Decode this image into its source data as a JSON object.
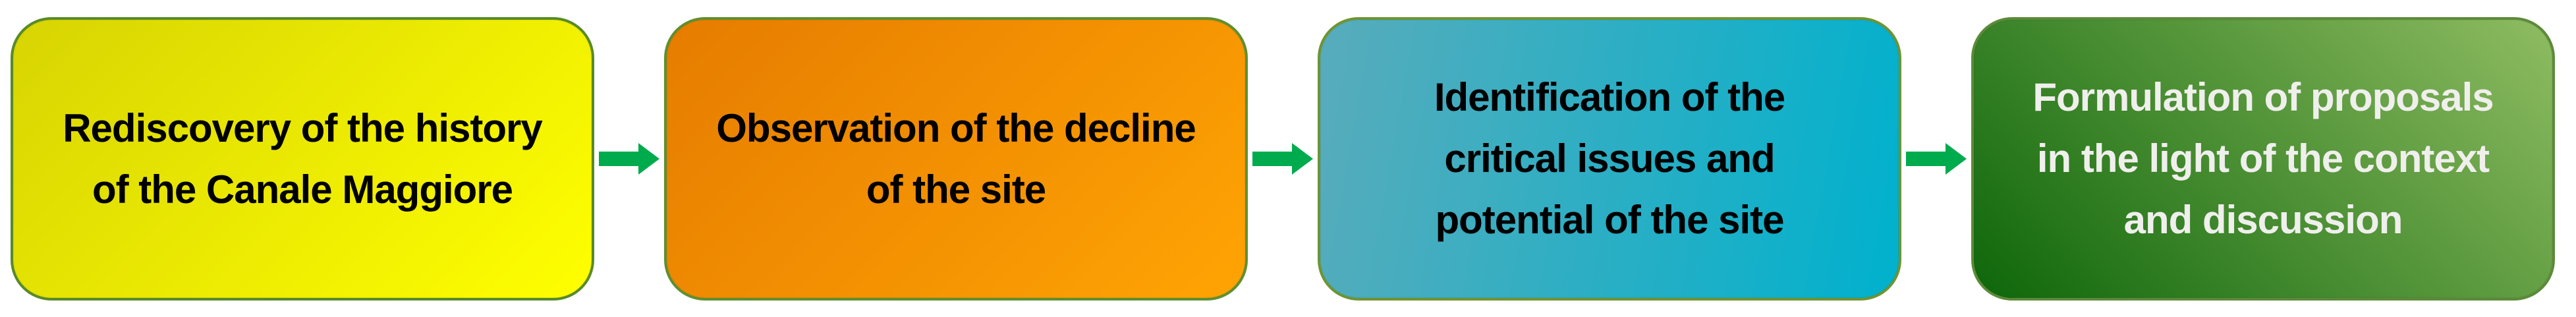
{
  "diagram": {
    "type": "process-flow",
    "background_color": "#ffffff",
    "arrow": {
      "shape": "block-arrow-right",
      "color": "#00ab4e"
    },
    "steps": [
      {
        "id": "rediscovery",
        "lines": [
          "Rediscovery of the history",
          "of the Canale Maggiore"
        ],
        "fill_start": "#d7d403",
        "fill_end": "#ffff00",
        "gradient_direction": "135deg",
        "border_color": "#588a28",
        "text_color": "#000000"
      },
      {
        "id": "observation",
        "lines": [
          "Observation of the decline",
          "of the site"
        ],
        "fill_start": "#e67c00",
        "fill_end": "#ffa404",
        "gradient_direction": "135deg",
        "border_color": "#5f8f2f",
        "text_color": "#000000"
      },
      {
        "id": "identification",
        "lines": [
          "Identification of the",
          "critical issues and",
          "potential of the site"
        ],
        "fill_start": "#58acbb",
        "fill_end": "#00b1cd",
        "gradient_direction": "100deg",
        "border_color": "#6f9431",
        "text_color": "#000000"
      },
      {
        "id": "formulation",
        "lines": [
          "Formulation of proposals",
          "in the light of the context",
          "and discussion"
        ],
        "fill_start": "#0e660a",
        "fill_end": "#8fbc62",
        "gradient_direction": "45deg",
        "border_color": "#5c8a3a",
        "text_color": "#efefec"
      }
    ]
  }
}
